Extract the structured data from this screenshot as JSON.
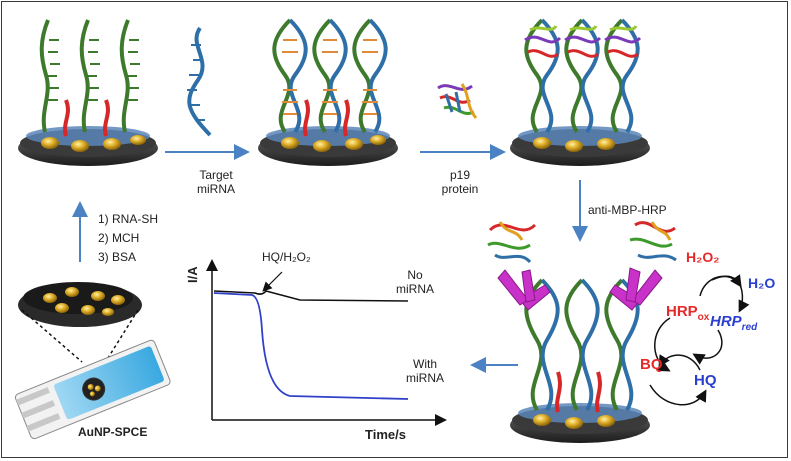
{
  "steps": {
    "step1_line1": "Target",
    "step1_line2": "miRNA",
    "step2_line1": "p19",
    "step2_line2": "protein",
    "step3": "anti-MBP-HRP",
    "prep1": "1) RNA-SH",
    "prep2": "2) MCH",
    "prep3": "3) BSA"
  },
  "electrode_label": "AuNP-SPCE",
  "graph": {
    "injection_label": "HQ/H₂O₂",
    "ylabel": "I/A",
    "xlabel": "Time/s",
    "no_mirna_line1": "No",
    "no_mirna_line2": "miRNA",
    "with_mirna_line1": "With",
    "with_mirna_line2": "miRNA"
  },
  "cycle": {
    "h2o2": "H₂O₂",
    "h2o": "H₂O",
    "hrp_ox": "HRP",
    "hrp_ox_sub": "ox",
    "hrp_red": "HRP",
    "hrp_red_sub": "red",
    "bq": "BQ",
    "hq": "HQ"
  },
  "colors": {
    "arrow_blue": "#4a82c4",
    "red_label": "#e52a2a",
    "blue_label": "#2a3fd0",
    "strand_green": "#3e7a2c",
    "strand_blue": "#2f6fa8",
    "probe_red": "#d62828",
    "gold": "#d4a017",
    "signal_blue": "#3040c8",
    "antibody_magenta": "#c832c8"
  }
}
